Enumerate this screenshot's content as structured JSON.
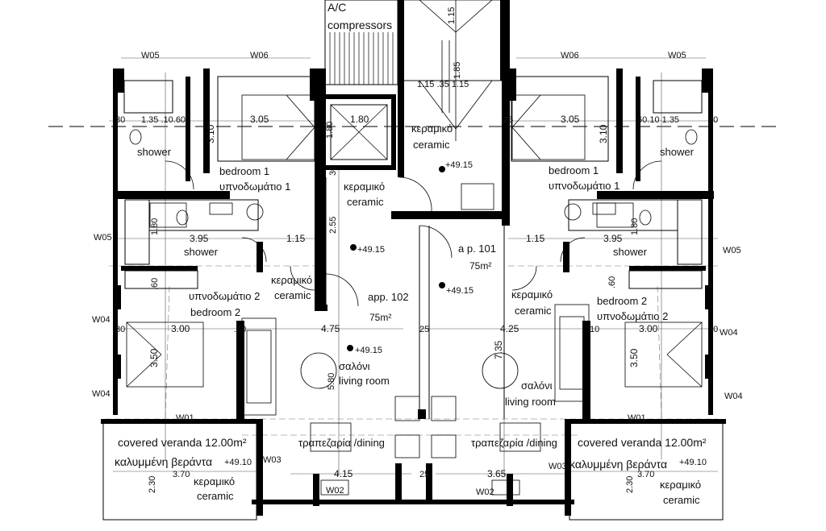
{
  "labels": {
    "ac_line1": "A/C",
    "ac_line2": "compressors",
    "shower": "shower",
    "bedroom1_en": "bedroom 1",
    "bedroom1_gr": "υπνοδωμάτιο 1",
    "bedroom2_en": "bedroom 2",
    "bedroom2_gr": "υπνοδωμάτιο 2",
    "keramiko": "κεραμικό",
    "ceramic": "ceramic",
    "saloni": "σαλόνι",
    "living": "living room",
    "dining": "τραπεζαρία /dining",
    "veranda_en": "covered veranda 12.00m²",
    "veranda_gr": "καλυμμένη βεράντα",
    "app102": "app. 102",
    "app102_area": "75m²",
    "app101": "a p. 101",
    "app101_area": "75m²",
    "lev_4915": "+49.15",
    "lev_4910": "+49.10"
  },
  "windows": {
    "w05": "W05",
    "w06": "W06",
    "w04": "W04",
    "w01": "W01",
    "w03": "W03",
    "w02": "W02"
  },
  "dims": {
    "d115": "1.15",
    "d115b": "1.15 .35 1.15",
    "d185": "1.85",
    "d135": "1.35 .10.60",
    "d60r": ".60.10 1.35",
    "d305": "3.05",
    "d310": "3.10",
    "d180": "1.80",
    "d395": "3.95",
    "d255": "2.55",
    "d300": "3.00",
    "d350": "3.50",
    "d475": "4.75",
    "d425": "4.25",
    "d735": "7.35",
    "d580": "5.80",
    "d415": "4.15",
    "d365": "3.65",
    "d370": "3.70",
    "d230": "2.30",
    "d25": "25",
    "d30": "30",
    "d10": ".10",
    "d60": ".60"
  }
}
